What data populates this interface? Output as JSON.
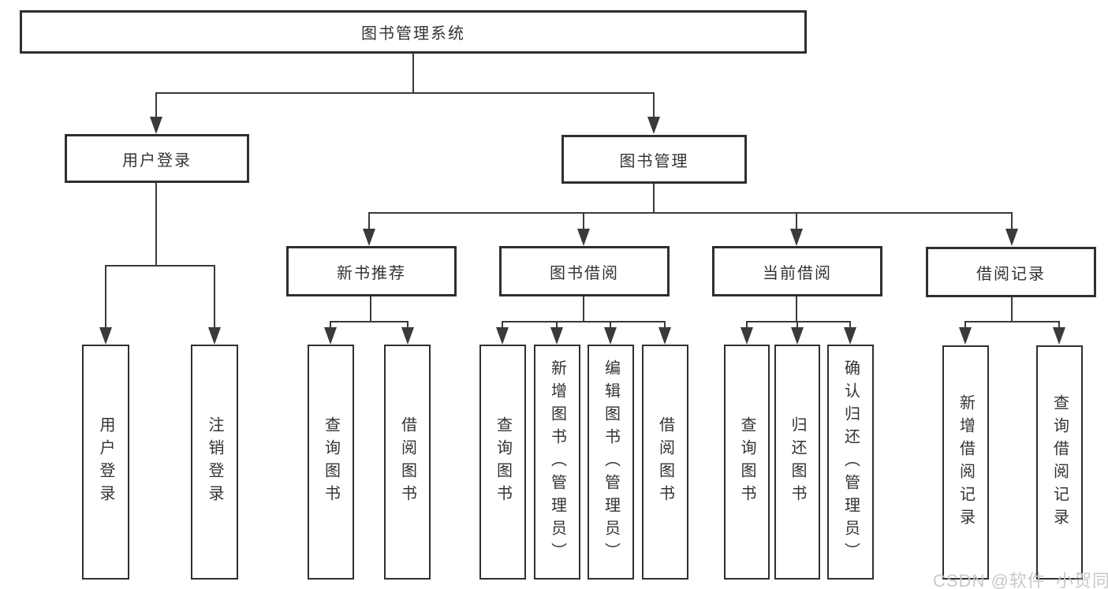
{
  "diagram": {
    "root": {
      "label": "图书管理系统"
    },
    "level2": [
      {
        "label": "用户登录"
      },
      {
        "label": "图书管理"
      }
    ],
    "level3": [
      {
        "label": "新书推荐"
      },
      {
        "label": "图书借阅"
      },
      {
        "label": "当前借阅"
      },
      {
        "label": "借阅记录"
      }
    ],
    "leaves": {
      "user_login": [
        {
          "label": "用户登录"
        },
        {
          "label": "注销登录"
        }
      ],
      "new_book": [
        {
          "label": "查询图书"
        },
        {
          "label": "借阅图书"
        }
      ],
      "book_borrow": [
        {
          "label": "查询图书"
        },
        {
          "label": "新增图书（管理员）"
        },
        {
          "label": "编辑图书（管理员）"
        },
        {
          "label": "借阅图书"
        }
      ],
      "current_borrow": [
        {
          "label": "查询图书"
        },
        {
          "label": "归还图书"
        },
        {
          "label": "确认归还（管理员）"
        }
      ],
      "borrow_records": [
        {
          "label": "新增借阅记录"
        },
        {
          "label": "查询借阅记录"
        }
      ]
    }
  },
  "watermark": {
    "text": "CSDN @软件_小贺同学"
  },
  "colors": {
    "line": "#3a3a3a",
    "box_border": "#2f2f2f",
    "text": "#333333",
    "watermark": "#c6c6c6",
    "background": "#ffffff"
  }
}
